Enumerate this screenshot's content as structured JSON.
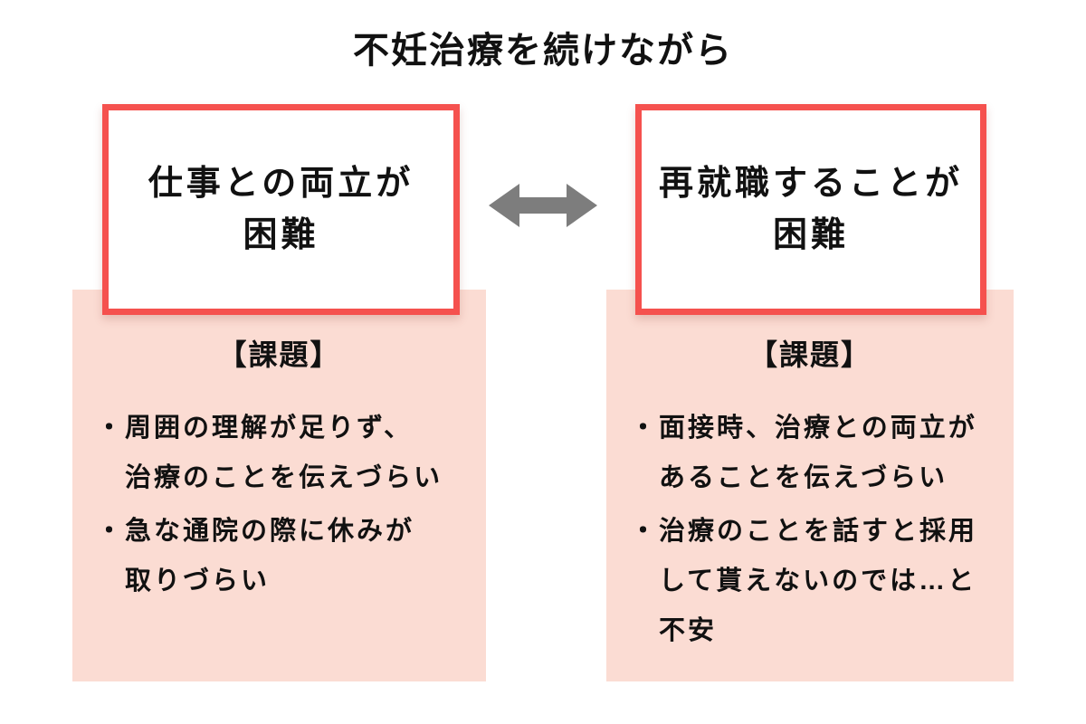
{
  "title": "不妊治療を続けながら",
  "bullet_marker": "・",
  "colors": {
    "box_border_red": "#f5514e",
    "panel_pink": "#fbdcd3",
    "arrow_gray": "#7d7d7d",
    "text_black": "#111111",
    "background": "#ffffff"
  },
  "arrow": {
    "type": "double-headed-horizontal"
  },
  "columns": [
    {
      "heading_lines": [
        "仕事との両立が",
        "困難"
      ],
      "issues_title": "【課題】",
      "issues": [
        {
          "lines": [
            "周囲の理解が足りず、",
            "治療のことを伝えづらい"
          ]
        },
        {
          "lines": [
            "急な通院の際に休みが",
            "取りづらい"
          ]
        }
      ]
    },
    {
      "heading_lines": [
        "再就職することが",
        "困難"
      ],
      "issues_title": "【課題】",
      "issues": [
        {
          "lines": [
            "面接時、治療との両立が",
            "あることを伝えづらい"
          ]
        },
        {
          "lines": [
            "治療のことを話すと採用",
            "して貰えないのでは…と",
            "不安"
          ]
        }
      ]
    }
  ]
}
